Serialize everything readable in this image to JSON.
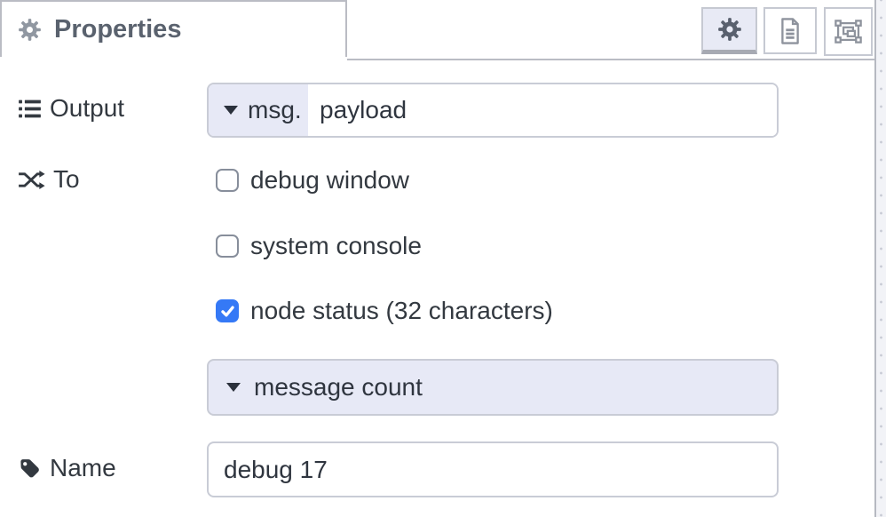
{
  "panel": {
    "tab_title": "Properties",
    "accent_color": "#e7e9f6",
    "checkbox_checked_color": "#3579f6"
  },
  "icons": {
    "tab": "gear",
    "toolbar": [
      "gear",
      "document",
      "appearance"
    ],
    "output_row": "list",
    "to_row": "shuffle",
    "name_row": "tag",
    "dropdown": "caret-down",
    "checked": "checkmark"
  },
  "form": {
    "output": {
      "label": "Output",
      "prefix": "msg.",
      "value": "payload"
    },
    "to": {
      "label": "To",
      "options": [
        {
          "label": "debug window",
          "checked": false
        },
        {
          "label": "system console",
          "checked": false
        },
        {
          "label": "node status (32 characters)",
          "checked": true
        }
      ],
      "format_select": {
        "value": "message count"
      }
    },
    "name": {
      "label": "Name",
      "value": "debug 17"
    }
  }
}
